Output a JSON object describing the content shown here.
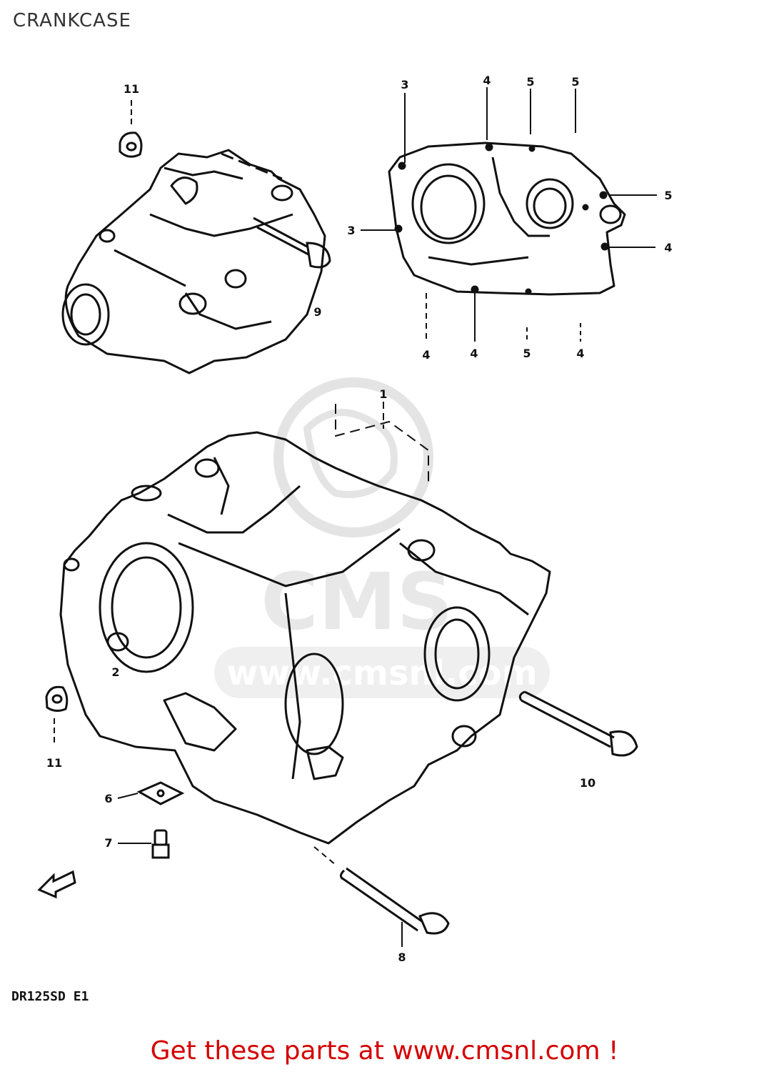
{
  "page": {
    "title": "CRANKCASE",
    "model_code": "DR125SD E1",
    "footer_text": "Get these parts at www.cmsnl.com !",
    "watermark_text": "www.cmsnl.com",
    "watermark_logo_text": "CMS"
  },
  "colors": {
    "line": "#111111",
    "footer": "#d40000",
    "watermark": "#cfcfcf",
    "title": "#333333"
  },
  "callouts": [
    {
      "id": "11-top",
      "label": "11"
    },
    {
      "id": "9",
      "label": "9"
    },
    {
      "id": "3-top",
      "label": "3"
    },
    {
      "id": "4-top",
      "label": "4"
    },
    {
      "id": "5-top-a",
      "label": "5"
    },
    {
      "id": "5-top-b",
      "label": "5"
    },
    {
      "id": "3-left",
      "label": "3"
    },
    {
      "id": "5-right",
      "label": "5"
    },
    {
      "id": "4-right",
      "label": "4"
    },
    {
      "id": "4-bottom-a",
      "label": "4"
    },
    {
      "id": "4-bottom-b",
      "label": "4"
    },
    {
      "id": "5-bottom",
      "label": "5"
    },
    {
      "id": "4-bottom-c",
      "label": "4"
    },
    {
      "id": "1",
      "label": "1"
    },
    {
      "id": "2",
      "label": "2"
    },
    {
      "id": "11-bottom",
      "label": "11"
    },
    {
      "id": "10",
      "label": "10"
    },
    {
      "id": "6",
      "label": "6"
    },
    {
      "id": "7",
      "label": "7"
    },
    {
      "id": "8",
      "label": "8"
    }
  ]
}
